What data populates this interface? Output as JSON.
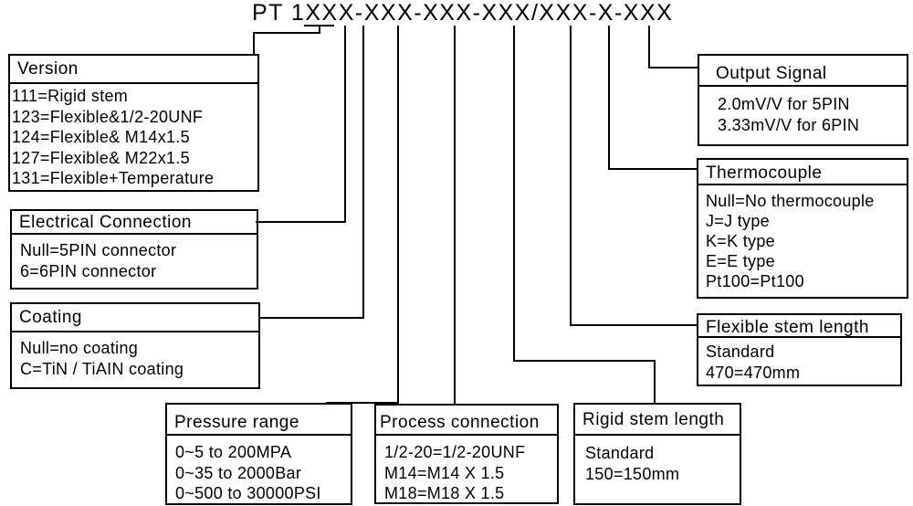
{
  "model_code": {
    "prefix": "PT",
    "first_digit": "1",
    "segments": [
      "XX",
      "X",
      "-XXX",
      "-XXX",
      "-XXX",
      "/XXX",
      "-X",
      "-XXX"
    ]
  },
  "boxes": {
    "version": {
      "title": "Version",
      "items": [
        "111=Rigid stem",
        "123=Flexible&1/2-20UNF",
        "124=Flexible& M14x1.5",
        "127=Flexible& M22x1.5",
        "131=Flexible+Temperature"
      ]
    },
    "electrical_connection": {
      "title": "Electrical Connection",
      "items": [
        "Null=5PIN connector",
        "6=6PIN connector"
      ]
    },
    "coating": {
      "title": "Coating",
      "items": [
        "Null=no coating",
        "C=TiN / TiAIN coating"
      ]
    },
    "pressure_range": {
      "title": "Pressure range",
      "items": [
        "0~5 to 200MPA",
        "0~35 to 2000Bar",
        "0~500 to 30000PSI"
      ]
    },
    "process_connection": {
      "title": "Process connection",
      "items": [
        "1/2-20=1/2-20UNF",
        "M14=M14 X 1.5",
        "M18=M18 X 1.5"
      ]
    },
    "rigid_stem_length": {
      "title": "Rigid stem length",
      "items": [
        "Standard",
        "150=150mm"
      ]
    },
    "flexible_stem_length": {
      "title": "Flexible stem length",
      "items": [
        "Standard",
        "470=470mm"
      ]
    },
    "thermocouple": {
      "title": "Thermocouple",
      "items": [
        "Null=No thermocouple",
        "J=J type",
        "K=K type",
        "E=E type",
        "Pt100=Pt100"
      ]
    },
    "output_signal": {
      "title": "Output Signal",
      "items": [
        "2.0mV/V for 5PIN",
        "3.33mV/V for 6PIN"
      ]
    }
  }
}
